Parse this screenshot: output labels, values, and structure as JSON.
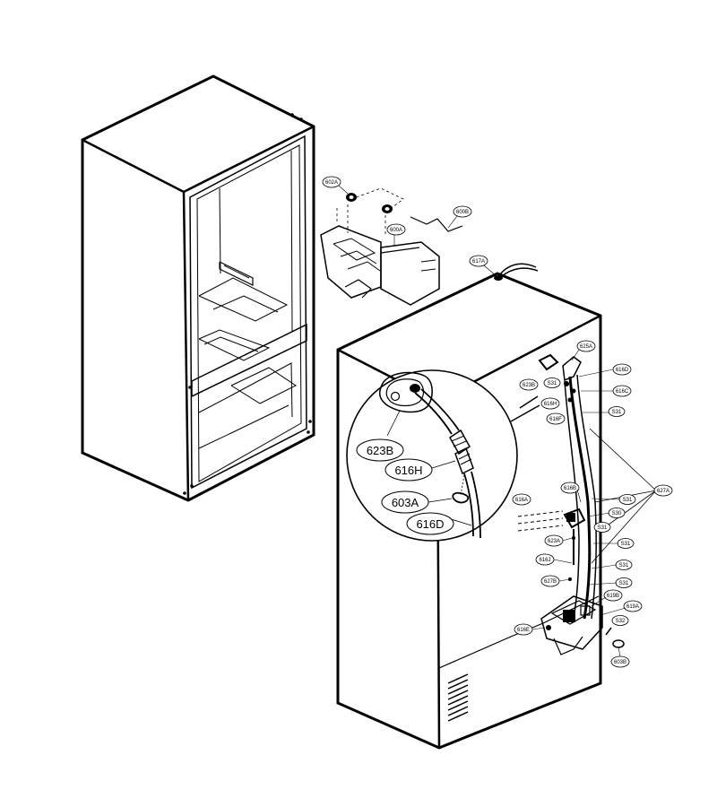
{
  "labels": {
    "l602A": "602A",
    "l600B": "600B",
    "l600A": "600A",
    "l617A": "617A",
    "l625A": "625A",
    "l623Bs": "623B",
    "l616Ds": "616D",
    "l616Cs": "616C",
    "l616Hs": "616H",
    "l616Fs": "616F",
    "lS31a": "S31",
    "lS31b": "S31",
    "lS31c": "S31",
    "lS31d": "S31",
    "lS31e": "S31",
    "lS31f": "S31",
    "lS31g": "S31",
    "lS30": "S30",
    "lS32": "S32",
    "l627A": "627A",
    "l616B": "616B",
    "l616A": "616A",
    "l623A": "623A",
    "l616J": "616J",
    "l627B": "627B",
    "l619B": "619B",
    "l619A": "619A",
    "l616E": "616E",
    "l603B": "603B",
    "zoom623B": "623B",
    "zoom616H": "616H",
    "zoom603A": "603A",
    "zoom616D": "616D"
  }
}
